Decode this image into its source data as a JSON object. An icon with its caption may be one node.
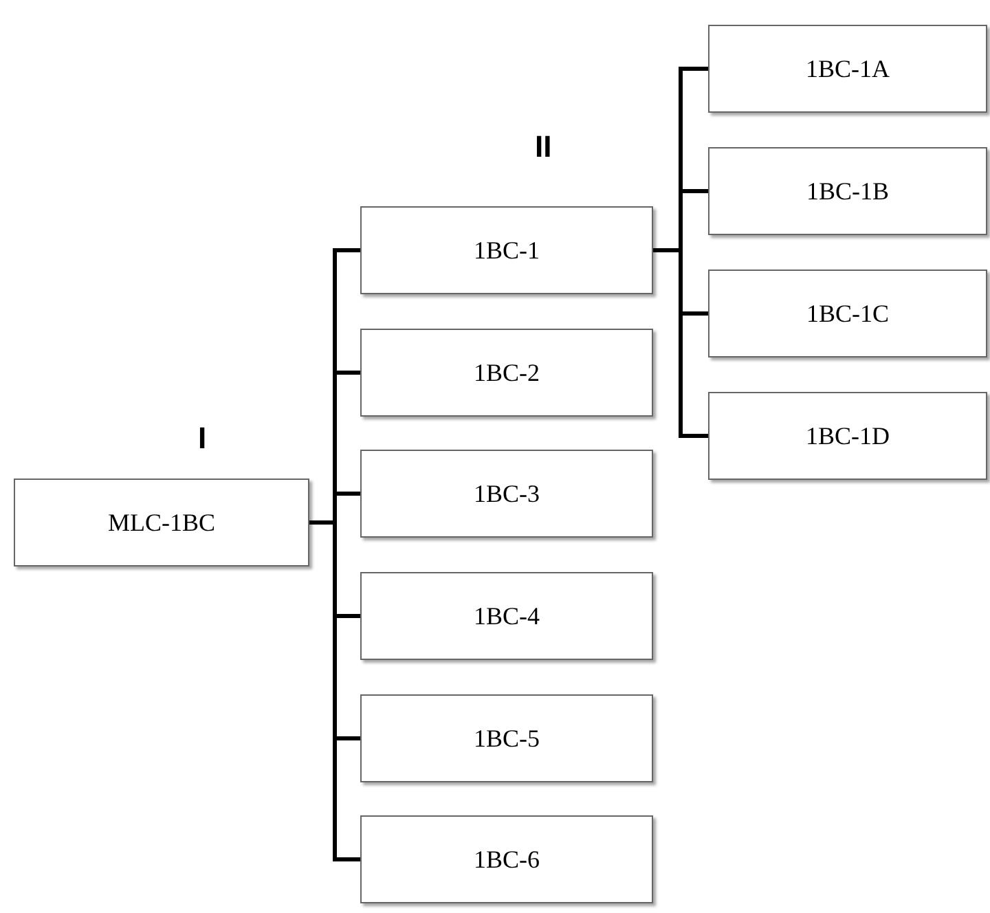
{
  "diagram": {
    "nodes": [
      {
        "text": [
          "MLC-1BC"
        ]
      },
      {
        "text": [
          "1BC-1"
        ]
      },
      {
        "text": [
          "1BC-2"
        ]
      },
      {
        "text": [
          "1BC-3"
        ]
      },
      {
        "text": [
          "1BC-4"
        ]
      },
      {
        "text": [
          "1BC-5"
        ]
      },
      {
        "text": [
          "1BC-6"
        ]
      },
      {
        "text": [
          "1BC-1A"
        ]
      },
      {
        "text": [
          "1BC-1B"
        ]
      },
      {
        "text": [
          "1BC-1C"
        ]
      },
      {
        "text": [
          "1BC-1D"
        ]
      }
    ],
    "edges": [
      {
        "from": 0,
        "to": 1,
        "arrow": "none"
      },
      {
        "from": 0,
        "to": 2,
        "arrow": "none"
      },
      {
        "from": 0,
        "to": 3,
        "arrow": "none"
      },
      {
        "from": 0,
        "to": 4,
        "arrow": "none"
      },
      {
        "from": 0,
        "to": 5,
        "arrow": "none"
      },
      {
        "from": 0,
        "to": 6,
        "arrow": "none"
      },
      {
        "from": 1,
        "to": 7,
        "arrow": "none"
      },
      {
        "from": 1,
        "to": 8,
        "arrow": "none"
      },
      {
        "from": 1,
        "to": 9,
        "arrow": "none"
      },
      {
        "from": 1,
        "to": 10,
        "arrow": "none"
      }
    ],
    "labels": [
      "II",
      "I"
    ]
  }
}
